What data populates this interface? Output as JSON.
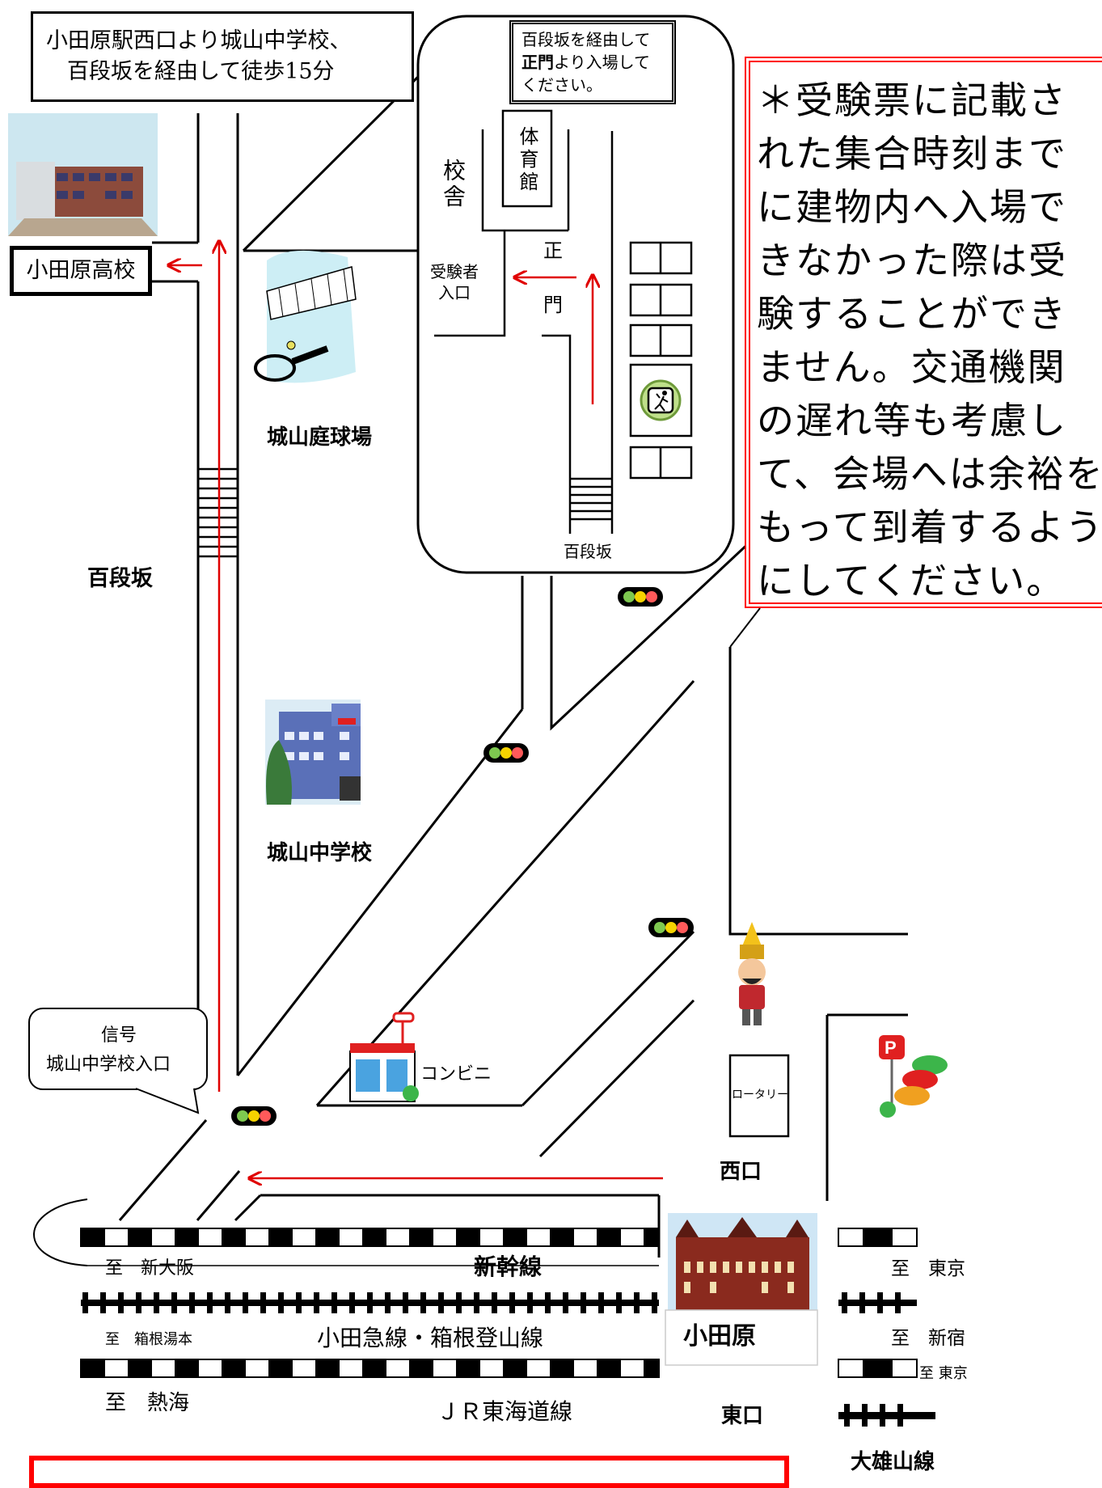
{
  "route_callout": {
    "line1": "小田原駅西口より城山中学校、",
    "line2": "百段坂を経由して徒歩15分"
  },
  "entry_note": {
    "prefix": "百段坂を経由して",
    "bold": "正門",
    "middle": "より入場して",
    "suffix": "ください。"
  },
  "warning_note": "＊受験票に記載された集合時刻までに建物内へ入場できなかった際は受験することができません。交通機関の遅れ等も考慮して、会場へは余裕をもって到着するようにしてください。",
  "places": {
    "odawara_high": "小田原高校",
    "tennis_court": "城山庭球場",
    "hyakudanzaka_left": "百段坂",
    "hyakudanzaka_inset": "百段坂",
    "junior_high": "城山中学校",
    "konbini": "コンビニ",
    "rotary": "ロータリー",
    "west_exit": "西口",
    "east_exit": "東口",
    "station": "小田原",
    "school_building": "校舎",
    "gym": "体育館",
    "main_gate_1": "正",
    "main_gate_2": "門",
    "examinee_entrance_1": "受験者",
    "examinee_entrance_2": "入口"
  },
  "signal_callout": {
    "line1": "信号",
    "line2": "城山中学校入口"
  },
  "rail": {
    "shinkansen": "新幹線",
    "odakyu": "小田急線・箱根登山線",
    "tokaido": "ＪＲ東海道線",
    "daiyuzan": "大雄山線",
    "to_shin_osaka": "至　新大阪",
    "to_hakone_yumoto": "至　箱根湯本",
    "to_atami": "至　熱海",
    "to_tokyo_1": "至　東京",
    "to_shinjuku": "至　新宿",
    "to_tokyo_2": "至 東京"
  },
  "colors": {
    "route_arrow": "#e00000",
    "warning_border": "#ff0000",
    "warning_text": "#000000"
  }
}
